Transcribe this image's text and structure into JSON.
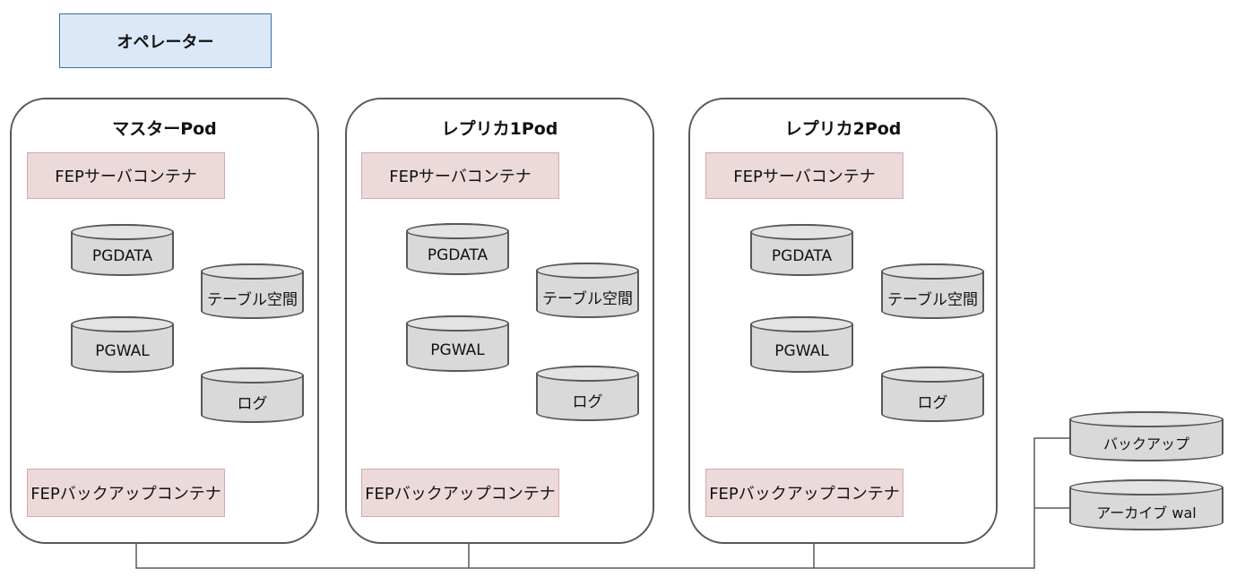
{
  "operator": {
    "label": "オペレーター"
  },
  "pods": [
    {
      "title": "マスターPod",
      "server_container": "FEPサーバコンテナ",
      "volumes": {
        "pgdata": "PGDATA",
        "tablespace": "テーブル空間",
        "pgwal": "PGWAL",
        "log": "ログ"
      },
      "backup_container": "FEPバックアップコンテナ"
    },
    {
      "title": "レプリカ1Pod",
      "server_container": "FEPサーバコンテナ",
      "volumes": {
        "pgdata": "PGDATA",
        "tablespace": "テーブル空間",
        "pgwal": "PGWAL",
        "log": "ログ"
      },
      "backup_container": "FEPバックアップコンテナ"
    },
    {
      "title": "レプリカ2Pod",
      "server_container": "FEPサーバコンテナ",
      "volumes": {
        "pgdata": "PGDATA",
        "tablespace": "テーブル空間",
        "pgwal": "PGWAL",
        "log": "ログ"
      },
      "backup_container": "FEPバックアップコンテナ"
    }
  ],
  "shared_storage": {
    "backup": "バックアップ",
    "archive_wal": "アーカイブ wal"
  },
  "colors": {
    "operator_fill": "#dae8f8",
    "container_fill": "#ecd9da",
    "volume_fill": "#d9d9d9",
    "line": "#595959"
  }
}
